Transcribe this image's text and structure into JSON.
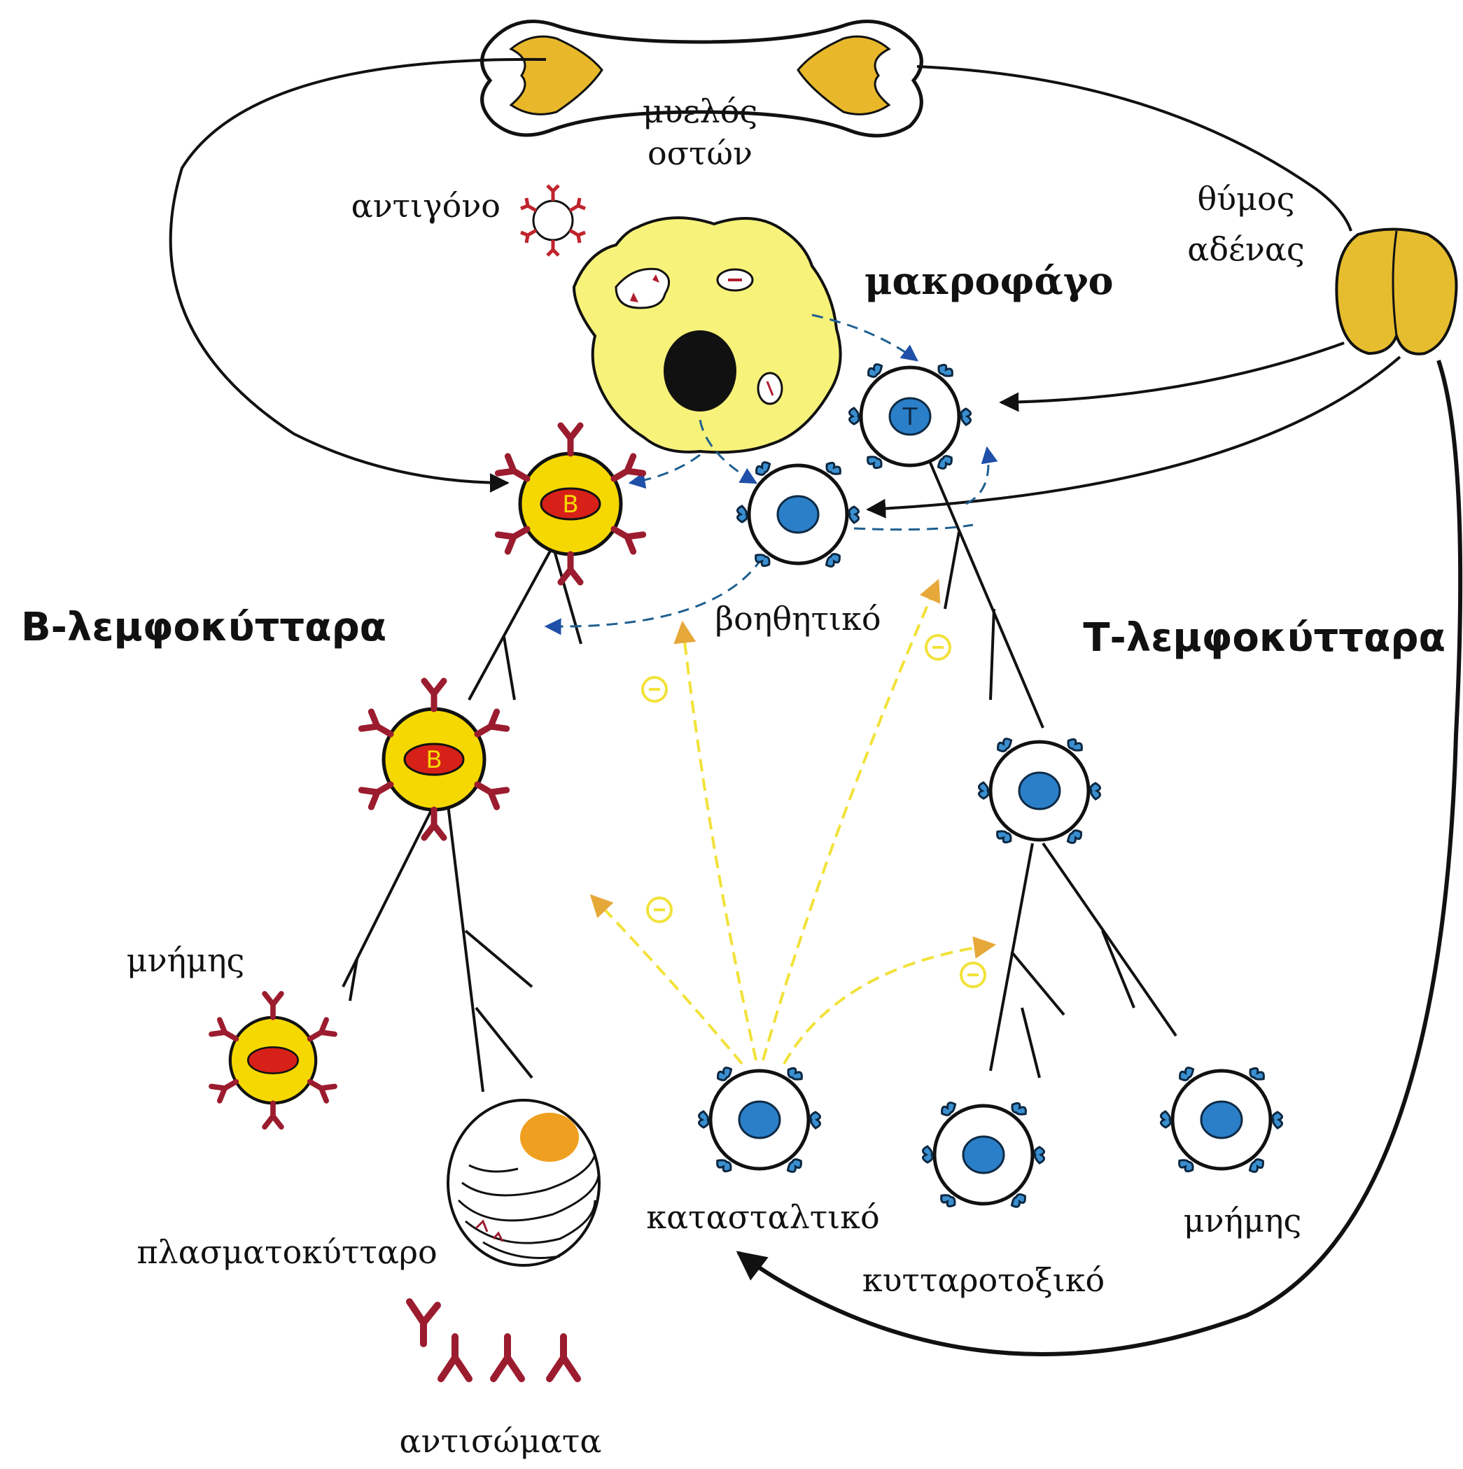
{
  "diagram": {
    "labels": {
      "bone_marrow_line1": "μυελός",
      "bone_marrow_line2": "οστών",
      "thymus_line1": "θύμος",
      "thymus_line2": "αδένας",
      "antigen": "αντιγόνο",
      "macrophage": "μακροφάγο",
      "b_lymphocytes": "Β-λεμφοκύτταρα",
      "t_lymphocytes": "Τ-λεμφοκύτταρα",
      "helper": "βοηθητικό",
      "b_memory": "μνήμης",
      "plasma_cell": "πλασματοκύτταρο",
      "antibodies": "αντισώματα",
      "suppressor": "κατασταλτικό",
      "cytotoxic": "κυτταροτοξικό",
      "t_memory": "μνήμης"
    },
    "cell_letters": {
      "b": "B",
      "t": "T"
    },
    "colors": {
      "b_cell_fill": "#f5d800",
      "b_nucleus": "#d62018",
      "receptor": "#9b1c2e",
      "t_nucleus": "#2b7fc9",
      "macrophage_fill": "#f7f27a",
      "bone_fill": "#e8b82a",
      "thymus_fill": "#e6bd2e",
      "plasma_nucleus": "#f0a020",
      "suppress_arrow": "#f2e23a",
      "signal_arrow": "#1f5f8f"
    }
  }
}
